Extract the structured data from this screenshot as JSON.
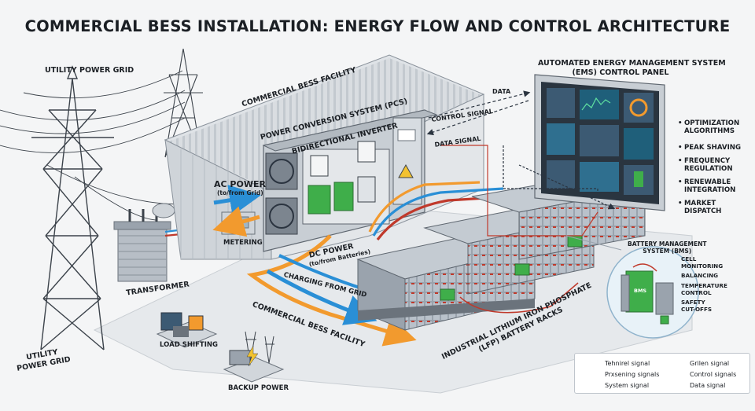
{
  "title": "COMMERCIAL BESS INSTALLATION: ENERGY FLOW AND CONTROL ARCHITECTURE",
  "labels": {
    "utility_grid_top": "UTILITY POWER GRID",
    "utility_grid_bottom": "UTILITY\nPOWER GRID",
    "bess_facility_top": "COMMERCIAL BESS FACILITY",
    "bess_facility_bottom": "COMMERCIAL BESS FACILITY",
    "pcs": "POWER CONVERSION SYSTEM (PCS)",
    "inverter": "BIDIRECTIONAL INVERTER",
    "ac_power": "AC POWER",
    "ac_power_sub": "(to/from Grid)",
    "metering": "METERING",
    "transformer": "TRANSFORMER",
    "load_shifting": "LOAD SHIFTING",
    "backup_power": "BACKUP POWER",
    "dc_power": "DC POWER",
    "dc_power_sub": "(to/from Batteries)",
    "charging_from_grid": "CHARGING FROM GRID",
    "lfp_racks": "INDUSTRIAL LITHIUM IRON PHOSPHATE\n(LFP) BATTERY RACKS",
    "control_signal": "CONTROL SIGNAL",
    "data_signal": "DATA SIGNAL",
    "data": "DATA"
  },
  "ems": {
    "title": "AUTOMATED ENERGY MANAGEMENT SYSTEM\n(EMS) CONTROL PANEL",
    "items": [
      "OPTIMIZATION\nALGORITHMS",
      "PEAK SHAVING",
      "FREQUENCY\nREGULATION",
      "RENEWABLE\nINTEGRATION",
      "MARKET\nDISPATCH"
    ]
  },
  "bms": {
    "title": "BATTERY MANAGEMENT\nSYSTEM (BMS)",
    "items": [
      "CELL\nMONITORING",
      "BALANCING",
      "TEMPERATURE\nCONTROL",
      "SAFETY\nCUT-OFFS"
    ],
    "tag": "BMS"
  },
  "legend": {
    "items": [
      {
        "label": "Tehnirel signal"
      },
      {
        "label": "Grilen signal"
      },
      {
        "label": "Prxsening signals"
      },
      {
        "label": "Control signals"
      },
      {
        "label": "System signal"
      },
      {
        "label": "Data signal"
      }
    ]
  },
  "colors": {
    "ac_blue": "#2a8fd6",
    "dc_orange": "#f29a2e",
    "signal_red": "#c0392b",
    "dark_line": "#2b3440",
    "green": "#3fae4a"
  }
}
